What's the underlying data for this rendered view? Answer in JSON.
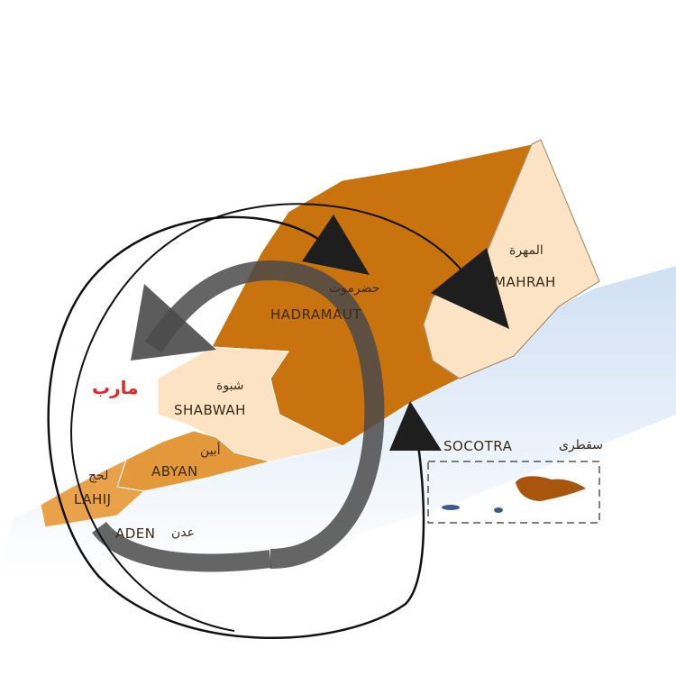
{
  "map": {
    "regions": [
      {
        "id": "hadramaut",
        "en": "HADRAMAUT",
        "ar": "حضرموت"
      },
      {
        "id": "mahrah",
        "en": "MAHRAH",
        "ar": "المهرة"
      },
      {
        "id": "shabwah",
        "en": "SHABWAH",
        "ar": "شبوة"
      },
      {
        "id": "abyan",
        "en": "ABYAN",
        "ar": "أبين"
      },
      {
        "id": "lahij",
        "en": "LAHIJ",
        "ar": "لحج"
      },
      {
        "id": "aden",
        "en": "ADEN",
        "ar": "عدن"
      },
      {
        "id": "socotra",
        "en": "SOCOTRA",
        "ar": "سقطرى"
      }
    ],
    "highlight_label": "مارب",
    "colors": {
      "dark_orange": "#c8730d",
      "orange": "#e3983a",
      "light": "#fbe3c4",
      "sea": "#dce9f6",
      "highlight": "#e8232a",
      "arrow": "#1e1e1e",
      "ring": "#555555"
    }
  }
}
